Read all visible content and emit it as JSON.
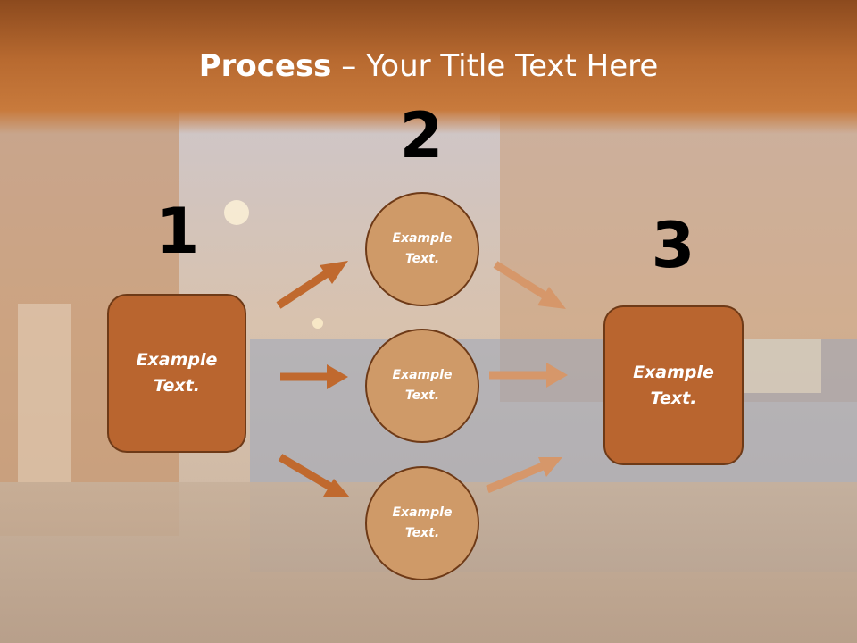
{
  "title": {
    "bold": "Process",
    "rest": " – Your Title Text Here"
  },
  "steps": {
    "n1": "1",
    "n2": "2",
    "n3": "3"
  },
  "nodes": {
    "box_left": "Example Text.",
    "circle_top": "Example Text.",
    "circle_mid": "Example Text.",
    "circle_bottom": "Example Text.",
    "box_right": "Example Text."
  },
  "colors": {
    "accent": "#b9652f",
    "accent_dark": "#6e3a17",
    "circle_fill": "#cf9a68",
    "arrow_left": "#c0692e",
    "arrow_right": "#d6976a"
  }
}
